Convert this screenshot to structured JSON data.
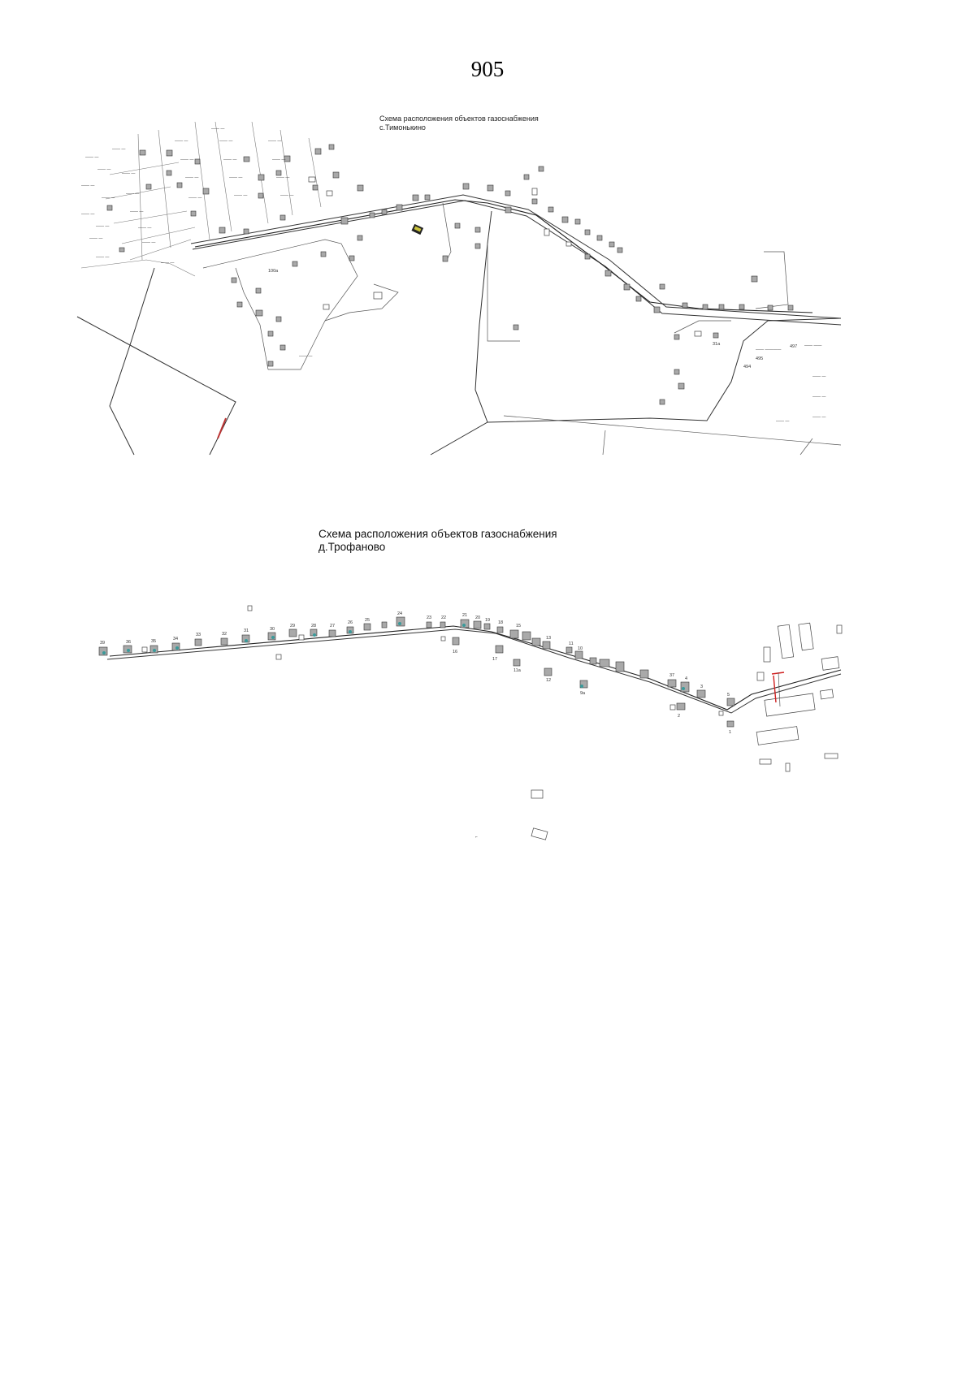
{
  "page": {
    "number": "905"
  },
  "map_timonkino": {
    "title_line1": "Схема расположения объектов газоснабжения",
    "title_line2": "с.Тимонькино",
    "labels": [
      "100а",
      "31а",
      "497",
      "495",
      "494"
    ]
  },
  "map_trofanovo": {
    "title_line1": "Схема расположения объектов газоснабжения",
    "title_line2": "д.Трофаново",
    "house_labels": [
      "39",
      "36",
      "35",
      "34",
      "33",
      "32",
      "31",
      "30",
      "29",
      "28",
      "27",
      "26",
      "25",
      "24",
      "23",
      "22",
      "21",
      "20",
      "19",
      "18",
      "16",
      "17",
      "15",
      "13",
      "11",
      "10",
      "11а",
      "12",
      "9а",
      "5",
      "4",
      "3",
      "2",
      "1",
      "37"
    ]
  }
}
